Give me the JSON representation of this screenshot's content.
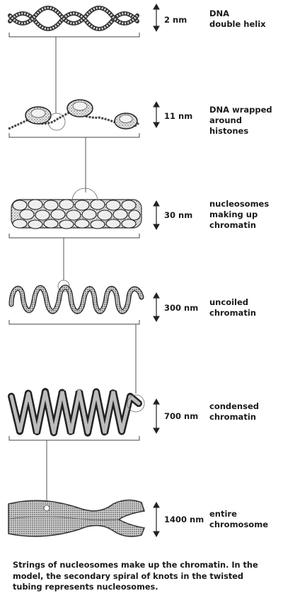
{
  "levels": [
    {
      "size": "2 nm",
      "label_lines": [
        "DNA",
        "double helix"
      ]
    },
    {
      "size": "11 nm",
      "label_lines": [
        "DNA wrapped",
        "around histones"
      ]
    },
    {
      "size": "30 nm",
      "label_lines": [
        "nucleosomes",
        "making up",
        "chromatin"
      ]
    },
    {
      "size": "300 nm",
      "label_lines": [
        "uncoiled",
        "chromatin"
      ]
    },
    {
      "size": "700 nm",
      "label_lines": [
        "condensed",
        "chromatin"
      ]
    },
    {
      "size": "1400 nm",
      "label_lines": [
        "entire",
        "chromosome"
      ]
    }
  ],
  "caption": "Strings of nucleosomes make up the chromatin. In the model, the secondary spiral of knots in the twisted tubing represents nucleosomes.",
  "colors": {
    "ink": "#1a1a1a",
    "fill_light": "#dcdcdc",
    "fill_mid": "#a8a8a8",
    "line": "#444444"
  }
}
